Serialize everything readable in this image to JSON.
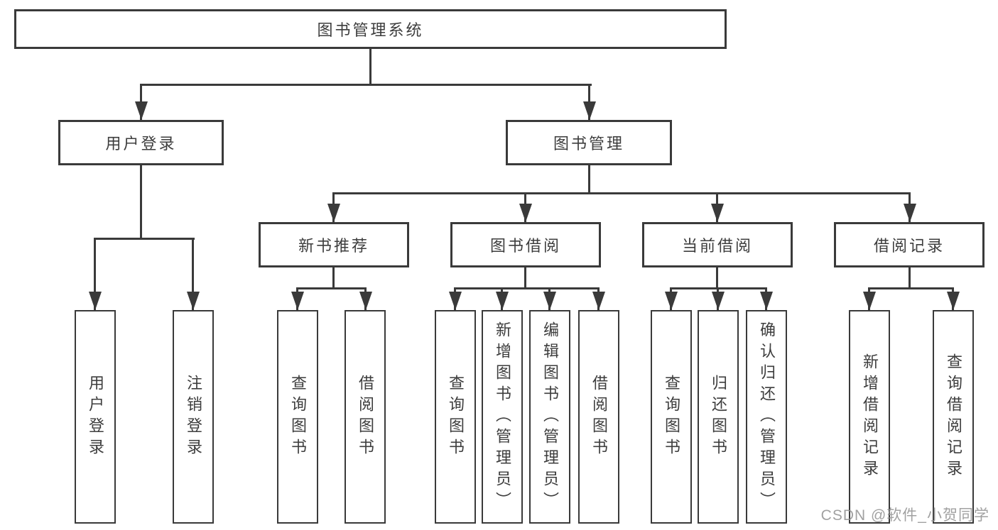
{
  "title": "图书管理系统",
  "watermark": {
    "text": "CSDN @软件_小贺同学",
    "color": "#919191"
  },
  "colors": {
    "line": "#3a3a3a",
    "text": "#3d3d3d",
    "background": "#ffffff"
  },
  "tree": {
    "label": "图书管理系统",
    "children": [
      {
        "label": "用户登录",
        "children": [
          {
            "label": "用户登录"
          },
          {
            "label": "注销登录"
          }
        ]
      },
      {
        "label": "图书管理",
        "children": [
          {
            "label": "新书推荐",
            "children": [
              {
                "label": "查询图书"
              },
              {
                "label": "借阅图书"
              }
            ]
          },
          {
            "label": "图书借阅",
            "children": [
              {
                "label": "查询图书"
              },
              {
                "label": "新增图书（管理员）"
              },
              {
                "label": "编辑图书（管理员）"
              },
              {
                "label": "借阅图书"
              }
            ]
          },
          {
            "label": "当前借阅",
            "children": [
              {
                "label": "查询图书"
              },
              {
                "label": "归还图书"
              },
              {
                "label": "确认归还（管理员）"
              }
            ]
          },
          {
            "label": "借阅记录",
            "children": [
              {
                "label": "新增借阅记录"
              },
              {
                "label": "查询借阅记录"
              }
            ]
          }
        ]
      }
    ]
  }
}
